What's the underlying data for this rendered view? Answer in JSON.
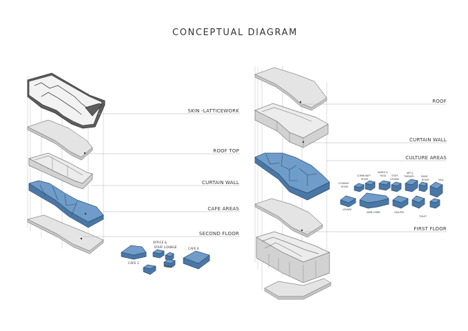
{
  "title": "CONCEPTUAL DIAGRAM",
  "left_stack": {
    "layers": [
      {
        "label": "SKIN -LATTICEWORK"
      },
      {
        "label": "ROOF TOP"
      },
      {
        "label": "CURTAIN WALL"
      },
      {
        "label": "CAFE AREAS"
      },
      {
        "label": "SECOND FLOOR"
      }
    ],
    "exploded_parts": {
      "cafe_1": "CAFE 1",
      "office_line1": "OFFICE &",
      "office_line2": "STAFF LOUNGE",
      "toilet": "TOILET",
      "cafe_2": "CAFE II"
    }
  },
  "right_stack": {
    "layers": [
      {
        "label": "ROOF"
      },
      {
        "label": "CURTAIN WALL"
      },
      {
        "label": "CULTURE AREAS"
      },
      {
        "label": "FIRST FLOOR"
      }
    ],
    "exploded_parts": {
      "cooking_1": "COOKING",
      "cooking_2": "ROOM",
      "community_1": "COMMUNITY",
      "community_2": "ROOM",
      "dance_1": "DANCE &",
      "dance_2": "YOGA",
      "staff_1": "STAFF",
      "staff_2": "LOUNGE",
      "art_1": "ART &",
      "art_2": "THERAPY",
      "music_1": "MUSIC",
      "music_2": "ROOM",
      "hall": "HALL",
      "lounge": "LOUNGE",
      "main_lobby": "MAIN LOBBY",
      "gallery": "GALLERY",
      "toilet": "TOILET"
    }
  },
  "colors": {
    "accent_blue": "#6f9cc8",
    "slab_grey": "#e4e4e4",
    "skin_dark": "#5d5d5d"
  }
}
